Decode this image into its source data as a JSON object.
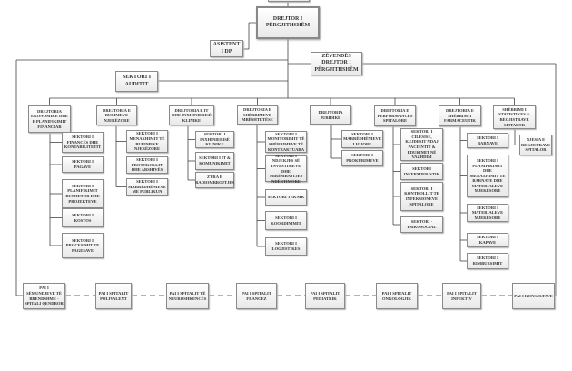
{
  "top_unit": "",
  "director": "DREJTOR I PËRGJITHSHËM",
  "assistant": "ASISTENT I DP",
  "deputy": "ZËVENDËS DREJTOR I PËRGJITHSHËM",
  "audit": "SEKTORI I AUDITIT",
  "directorates": [
    {
      "title": "DREJTORIA EKONOMIKE DHE E PLANIFIKIMIT FINANCIAR",
      "sectors": [
        "SEKTORI I FINANCËS DHE KONTABILITETIT",
        "SEKTORI I PAGAVE",
        "SEKTORI I PLANIFIKIMIT BUXHETOR DHE PROJEKTEVE",
        "SEKTORI I KOSTOS",
        "SEKTORI I PROCESIMIT TE PAGESAVE"
      ]
    },
    {
      "title": "DREJTORIA E BURIMEVE NJERËZORE",
      "sectors": [
        "SEKTORI I MENAXHIMIT TË BURIMEVE NJERËZORE",
        "SEKTORI I PROTOKOLLIT DHE ARSHIVËS",
        "SEKTORI I MARRËDHËNIEVE ME PUBLIKUN"
      ]
    },
    {
      "title": "DREJTORIA E IT DHE INXHINIERISË KLINIKE",
      "sectors": [
        "SEKTORI I INXHINIERISË KLINIKE",
        "SEKTORI I IT & KOMUNIKIMIT",
        "ZYRA E RADIOMBROJTJES"
      ]
    },
    {
      "title": "DREJTORIA E SHËRBIMEVE MBËSHTETËSE",
      "sectors": [
        "SEKTORI I MONITORIMIT TË SHËRBIMEVE TË KONTRAKTUARA",
        "SEKTORI I NDJEKJES SË INVESTIMEVE DHE MIRËMBAJTJES NDËRTIMORE",
        "SEKTORI TEKNIK",
        "SEKTORI I KOORDINIMIT",
        "SEKTORI I LOGJISTIKES"
      ]
    },
    {
      "title": "DREJTORIA JURIDIKE",
      "sectors": [
        "SEKTORI I MARRËDHËNIEVE LIGJORE",
        "SEKTORI I PROKURIMEVE"
      ]
    },
    {
      "title": "DREJTORIA E PERFORMANCËS SPITALORE",
      "sectors": [
        "SEKTORI I CILËSISË, KUJDESIT NDAJ PACIENTIT & EDUKIMIT NË VAZHDIM",
        "SEKTORI INFERMIERISTIK",
        "SEKTORI I KONTROLLIT TE INFEKSIONEVE SPITALORE",
        "SEKTORI - PSIKOSOCIAL"
      ]
    },
    {
      "title": "DREJTORIA E SHËRBIMIT FARMACEUTIK",
      "sectors": [
        "SEKTORI I BARNAVE",
        "SEKTORI I PLANIFIKIMIT DHE MENAXHIMIT TE BARNAVE DHE MATERIALEVE MJEKESORE",
        "SEKTORI I MATERIALEVE MJEKESORE",
        "SEKTORI I KAPAVE",
        "SEKTORI I RIMBURSIMIT"
      ]
    },
    {
      "title": "SHËRBIMI I STATISTIKES & REGJISTRAVE SPITALOR",
      "sectors": [
        "NJESIA E REGJISTRAVE SPITALOR"
      ]
    }
  ],
  "hospitals": [
    "PAI I SËMUNDJEVE TË BRENDSHME - SPITALI QENDROR",
    "PAI I SPITALIT POLIVALENT",
    "PAI I SPITALIT TË NEUROSHKENCËS",
    "PAI I SPITALIT FRANCEZ",
    "PAI I SPITALIT PEDIATRIK",
    "PAI I SPITALIT ONKOLOGJIK",
    "PAI I SPITALIT INFEKTIV",
    "PAI I KONSULTAVE"
  ]
}
